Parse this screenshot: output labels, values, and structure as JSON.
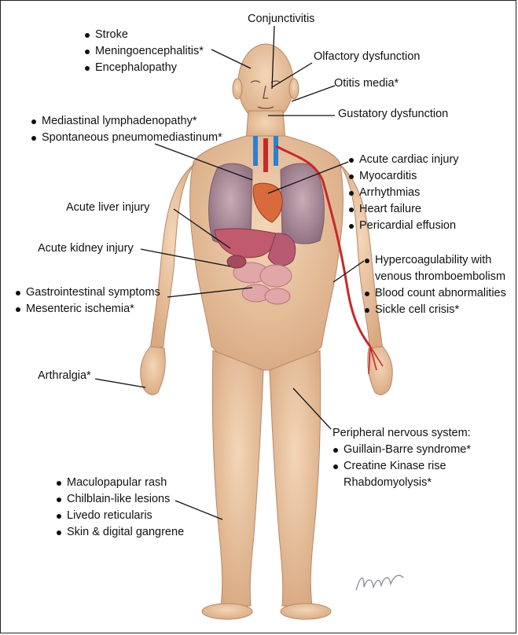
{
  "labels": {
    "conjunctivitis": "Conjunctivitis",
    "olfactory": "Olfactory dysfunction",
    "otitis": "Otitis media*",
    "gustatory": "Gustatory dysfunction",
    "neuro": [
      "Stroke",
      "Meningoencephalitis*",
      "Encephalopathy"
    ],
    "mediastinal": [
      "Mediastinal lymphadenopathy*",
      "Spontaneous pneumomediastinum*"
    ],
    "cardiac": [
      "Acute cardiac injury",
      "Myocarditis",
      "Arrhythmias",
      "Heart failure",
      "Pericardial effusion"
    ],
    "liver": "Acute liver injury",
    "kidney": "Acute kidney injury",
    "gi": [
      "Gastrointestinal symptoms",
      "Mesenteric ischemia*"
    ],
    "hematologic": [
      "Hypercoagulability with",
      "venous thromboembolism",
      "Blood count abnormalities",
      "Sickle cell crisis*"
    ],
    "arthralgia": "Arthralgia*",
    "pns_title": "Peripheral nervous system:",
    "pns": [
      "Guillain-Barre syndrome*",
      "Creatine Kinase rise",
      "Rhabdomyolysis*"
    ],
    "skin": [
      "Maculopapular rash",
      "Chilblain-like lesions",
      "Livedo reticularis",
      "Skin & digital gangrene"
    ]
  },
  "signature": "bayed",
  "colors": {
    "skin": "#ecc9a6",
    "skin_shadow": "#d9ac84",
    "lung": "#b99aa6",
    "liver": "#c25a6e",
    "intestine": "#d99aa0",
    "artery": "#c8282a",
    "vein": "#2f7fd0"
  }
}
